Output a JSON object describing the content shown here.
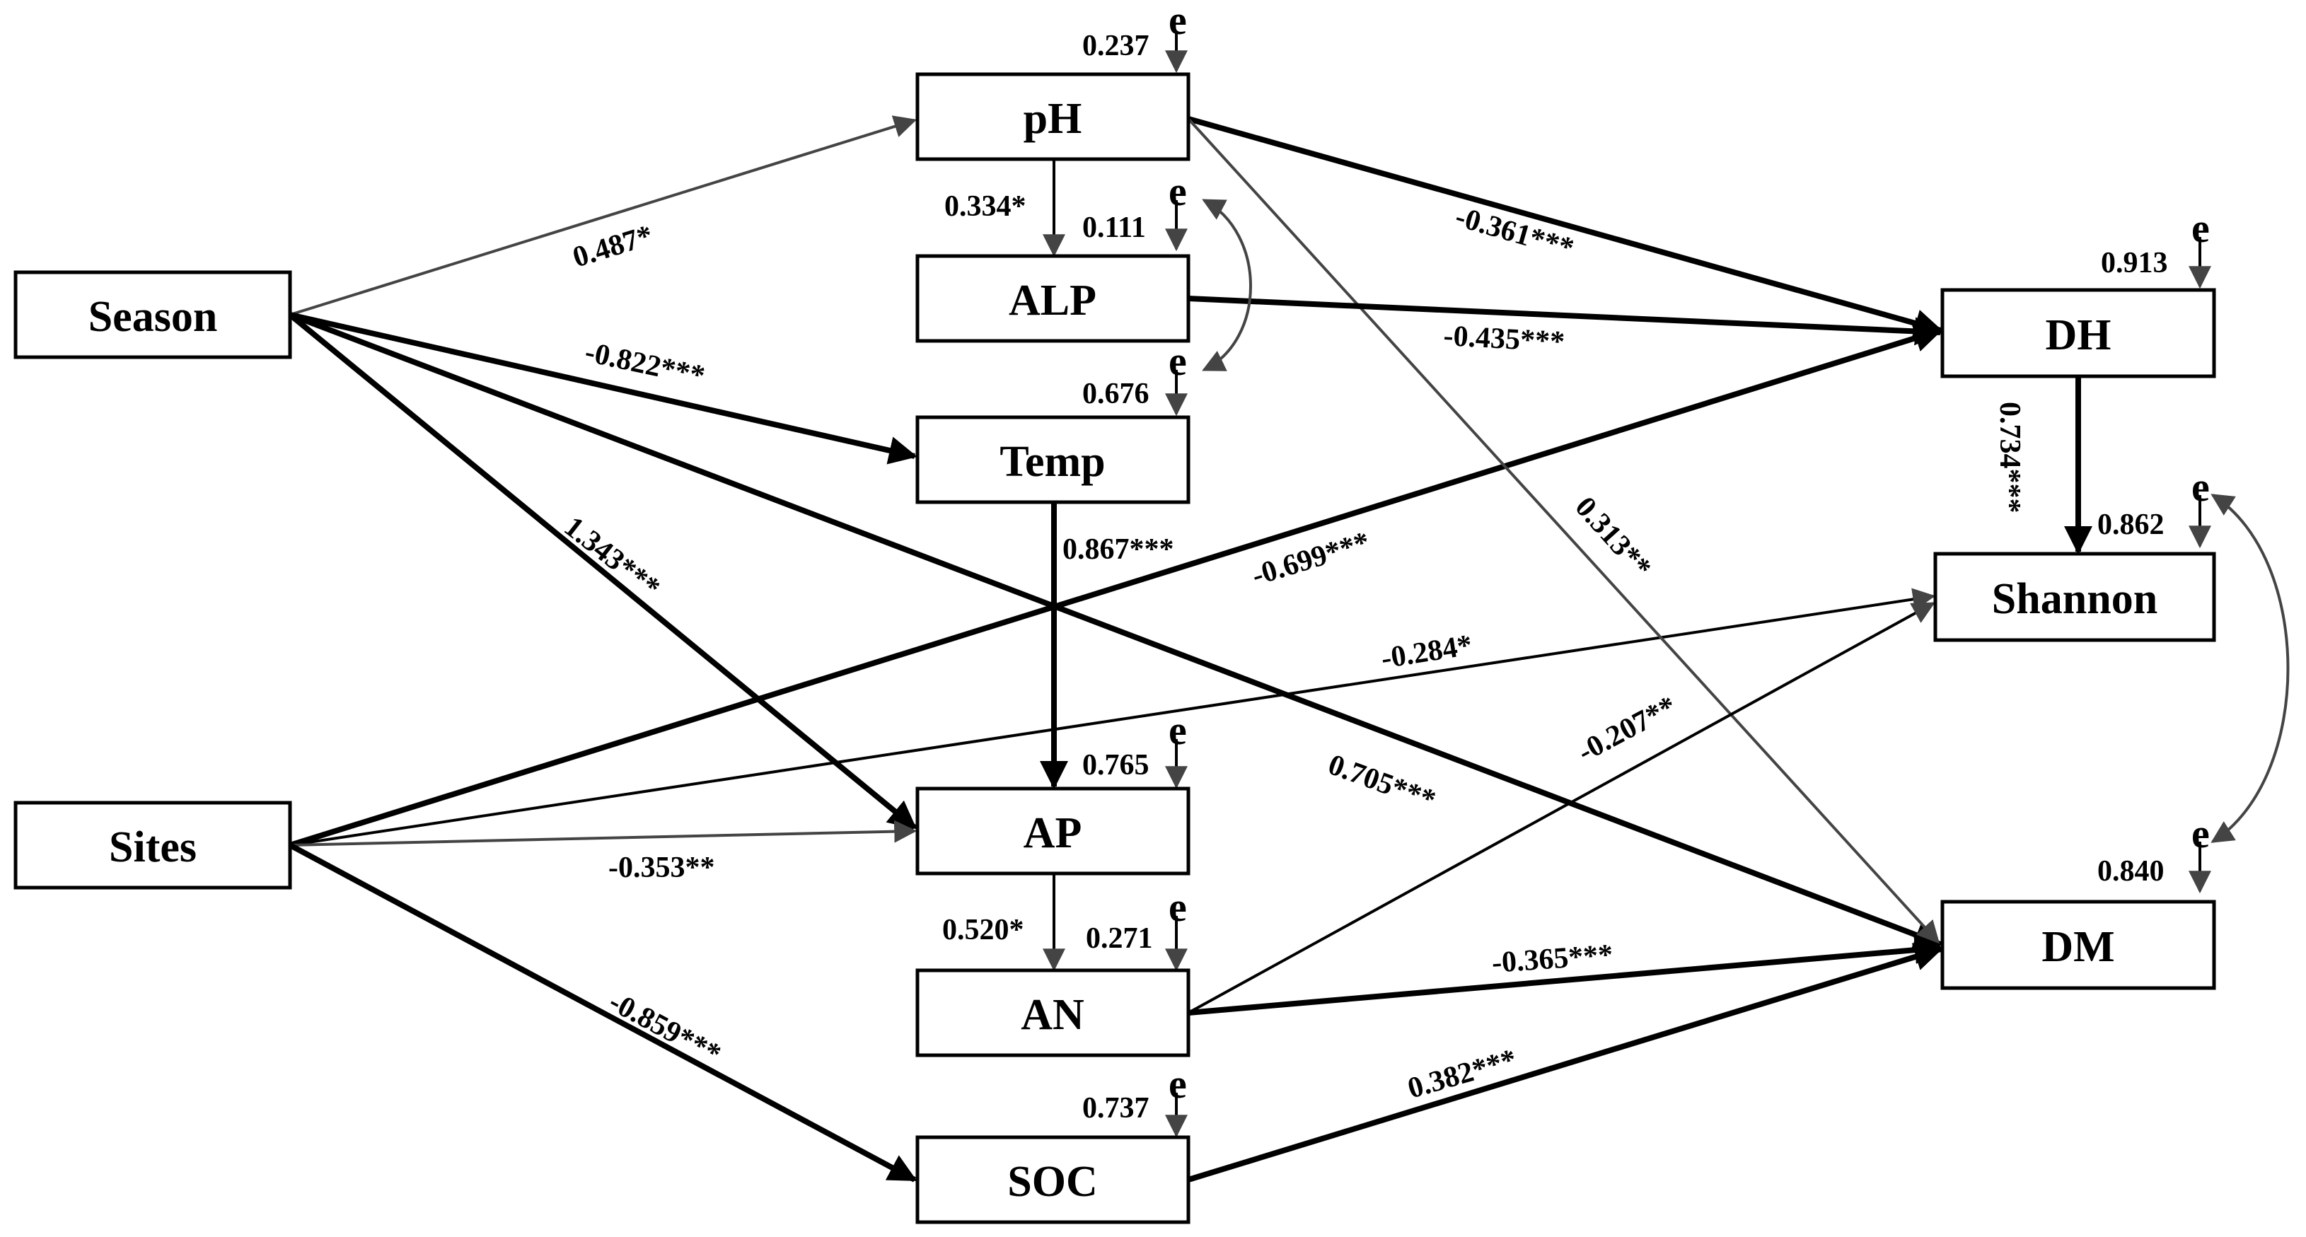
{
  "nodes": {
    "season": "Season",
    "sites": "Sites",
    "ph": "pH",
    "alp": "ALP",
    "temp": "Temp",
    "ap": "AP",
    "an": "AN",
    "soc": "SOC",
    "dh": "DH",
    "shannon": "Shannon",
    "dm": "DM"
  },
  "error_term": "e",
  "r_squared": {
    "ph": "0.237",
    "alp": "0.111",
    "temp": "0.676",
    "ap": "0.765",
    "an": "0.271",
    "soc": "0.737",
    "dh": "0.913",
    "shannon": "0.862",
    "dm": "0.840"
  },
  "paths": [
    {
      "from": "Season",
      "to": "pH",
      "coef": "0.487*"
    },
    {
      "from": "Season",
      "to": "Temp",
      "coef": "-0.822***"
    },
    {
      "from": "Season",
      "to": "AP",
      "coef": "1.343***"
    },
    {
      "from": "Season",
      "to": "DM",
      "coef": "0.705***"
    },
    {
      "from": "Sites",
      "to": "DH",
      "coef": "-0.699***"
    },
    {
      "from": "Sites",
      "to": "Shannon",
      "coef": "-0.284*"
    },
    {
      "from": "Sites",
      "to": "AP",
      "coef": "-0.353**"
    },
    {
      "from": "Sites",
      "to": "SOC",
      "coef": "-0.859***"
    },
    {
      "from": "pH",
      "to": "ALP",
      "coef": "0.334*"
    },
    {
      "from": "pH",
      "to": "DH",
      "coef": "-0.361***"
    },
    {
      "from": "pH",
      "to": "DM",
      "coef": "0.313**"
    },
    {
      "from": "ALP",
      "to": "DH",
      "coef": "-0.435***"
    },
    {
      "from": "Temp",
      "to": "AP",
      "coef": "0.867***"
    },
    {
      "from": "AP",
      "to": "AN",
      "coef": "0.520*"
    },
    {
      "from": "AN",
      "to": "Shannon",
      "coef": "-0.207**"
    },
    {
      "from": "AN",
      "to": "DM",
      "coef": "-0.365***"
    },
    {
      "from": "SOC",
      "to": "DM",
      "coef": "0.382***"
    },
    {
      "from": "DH",
      "to": "Shannon",
      "coef": "0.734***"
    }
  ],
  "colors": {
    "strong_path": "#000000",
    "weak_path": "#444444",
    "box_border": "#000000"
  }
}
